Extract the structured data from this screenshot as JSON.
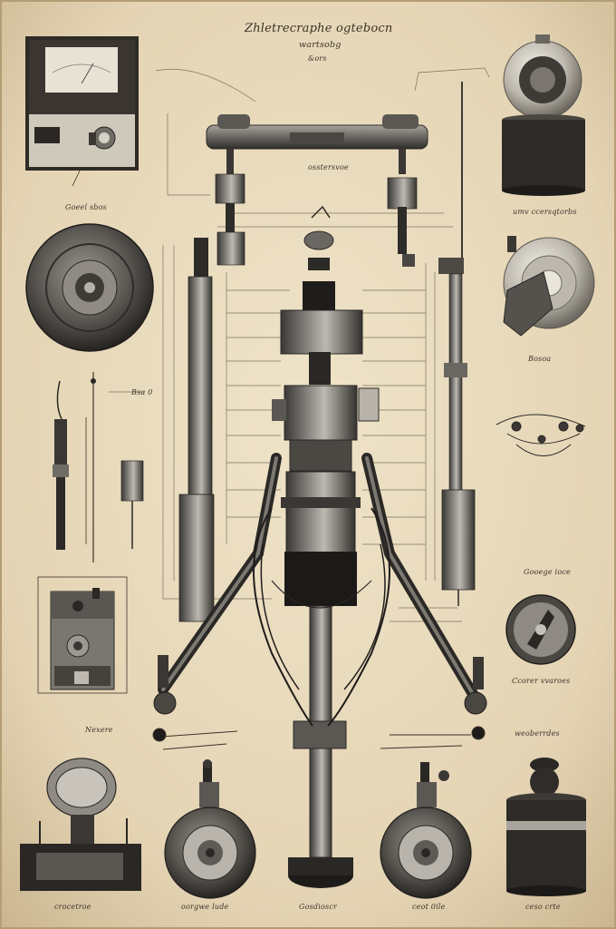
{
  "plate": {
    "title": "Zhletrecraphe ogtebocn",
    "subtitle": "wartsobg",
    "subsubtitle": "&ors"
  },
  "labels": {
    "meter": "Goeel sbos",
    "crossbar": "osstersvoe",
    "side_scale": "Bsa 0",
    "cylinder_top_right": "umv ccersqtorbs",
    "lens_right": "Bosoa",
    "gauge_right": "Gooege ioce",
    "disc_right": "Ccorer vvaroes",
    "lower_left": "Nexere",
    "lower_right": "weoberrdes",
    "bottom_1": "crocetroe",
    "bottom_2": "oorgwe lude",
    "bottom_3": "Gosdioscr",
    "bottom_4": "ceot 0ile",
    "bottom_5": "ceso crte"
  },
  "colors": {
    "paper": "#e9dcc0",
    "ink": "#3c3328",
    "metal_dark": "#2c2a27",
    "metal_mid": "#6c6a66",
    "metal_light": "#b9b5ad"
  }
}
